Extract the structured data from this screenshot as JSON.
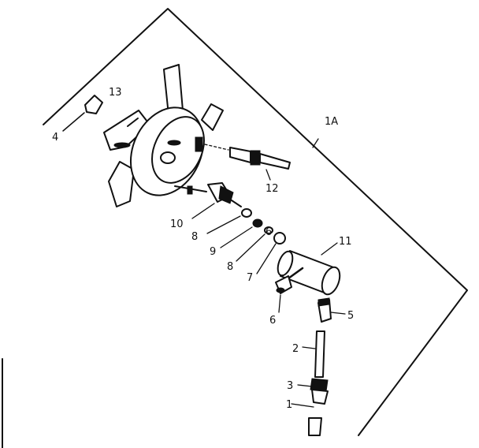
{
  "diagram": {
    "labels": {
      "l1A": "1A",
      "l13": "13",
      "l4": "4",
      "l12": "12",
      "l10": "10",
      "l8a": "8",
      "l9": "9",
      "l8b": "8",
      "l6a": "6",
      "l7": "7",
      "l11": "11",
      "l6b": "6",
      "l5": "5",
      "l2": "2",
      "l3": "3",
      "l1": "1"
    }
  }
}
